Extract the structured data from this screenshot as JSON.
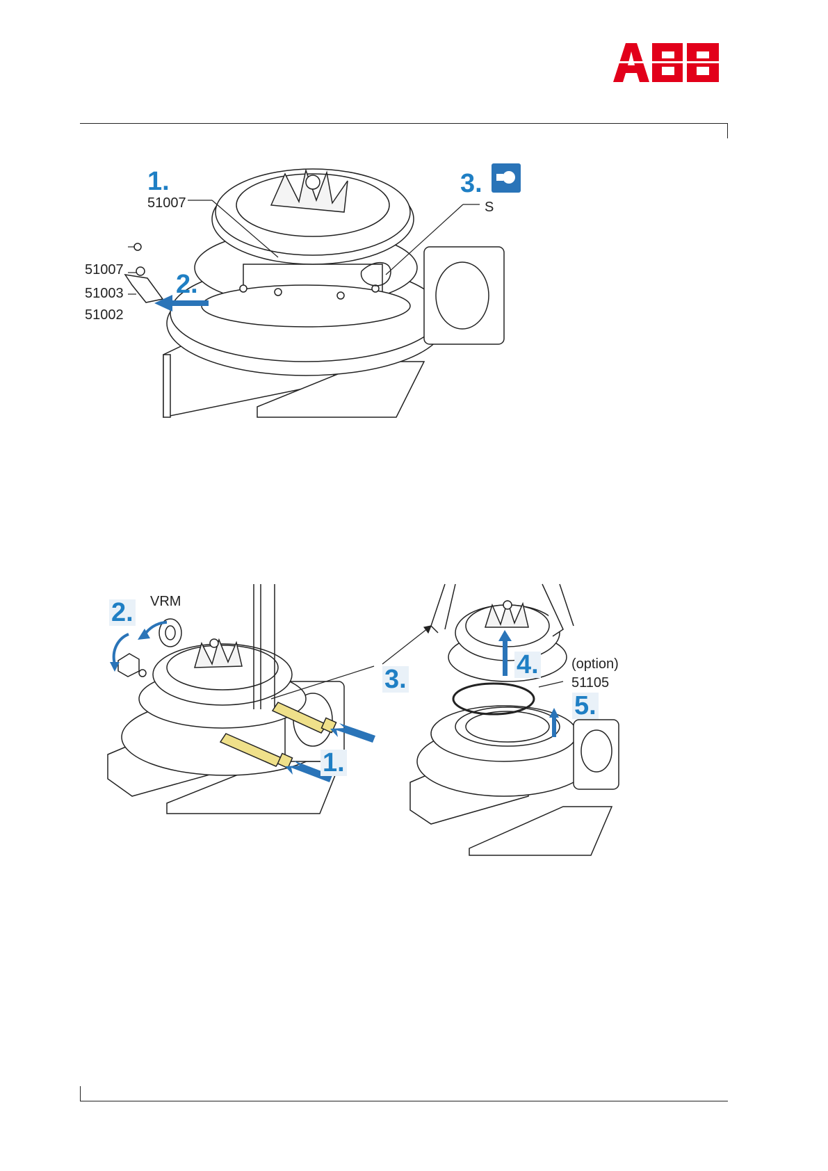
{
  "brand": "ABB",
  "figure1": {
    "steps": [
      "1.",
      "2.",
      "3."
    ],
    "parts": {
      "nut_top": "51007",
      "nut_side": "51007",
      "washer": "51003",
      "plate": "51002",
      "tool": "S"
    }
  },
  "figure2": {
    "steps": [
      "1.",
      "2.",
      "3.",
      "4.",
      "5."
    ],
    "labels": {
      "vrm": "VRM",
      "option": "(option)",
      "seal": "51105"
    }
  },
  "colors": {
    "abb_red": "#e2001a",
    "step_blue": "#1f7fc4",
    "arrow_blue": "#2a74b8",
    "bolt_yellow": "#efe08a"
  }
}
